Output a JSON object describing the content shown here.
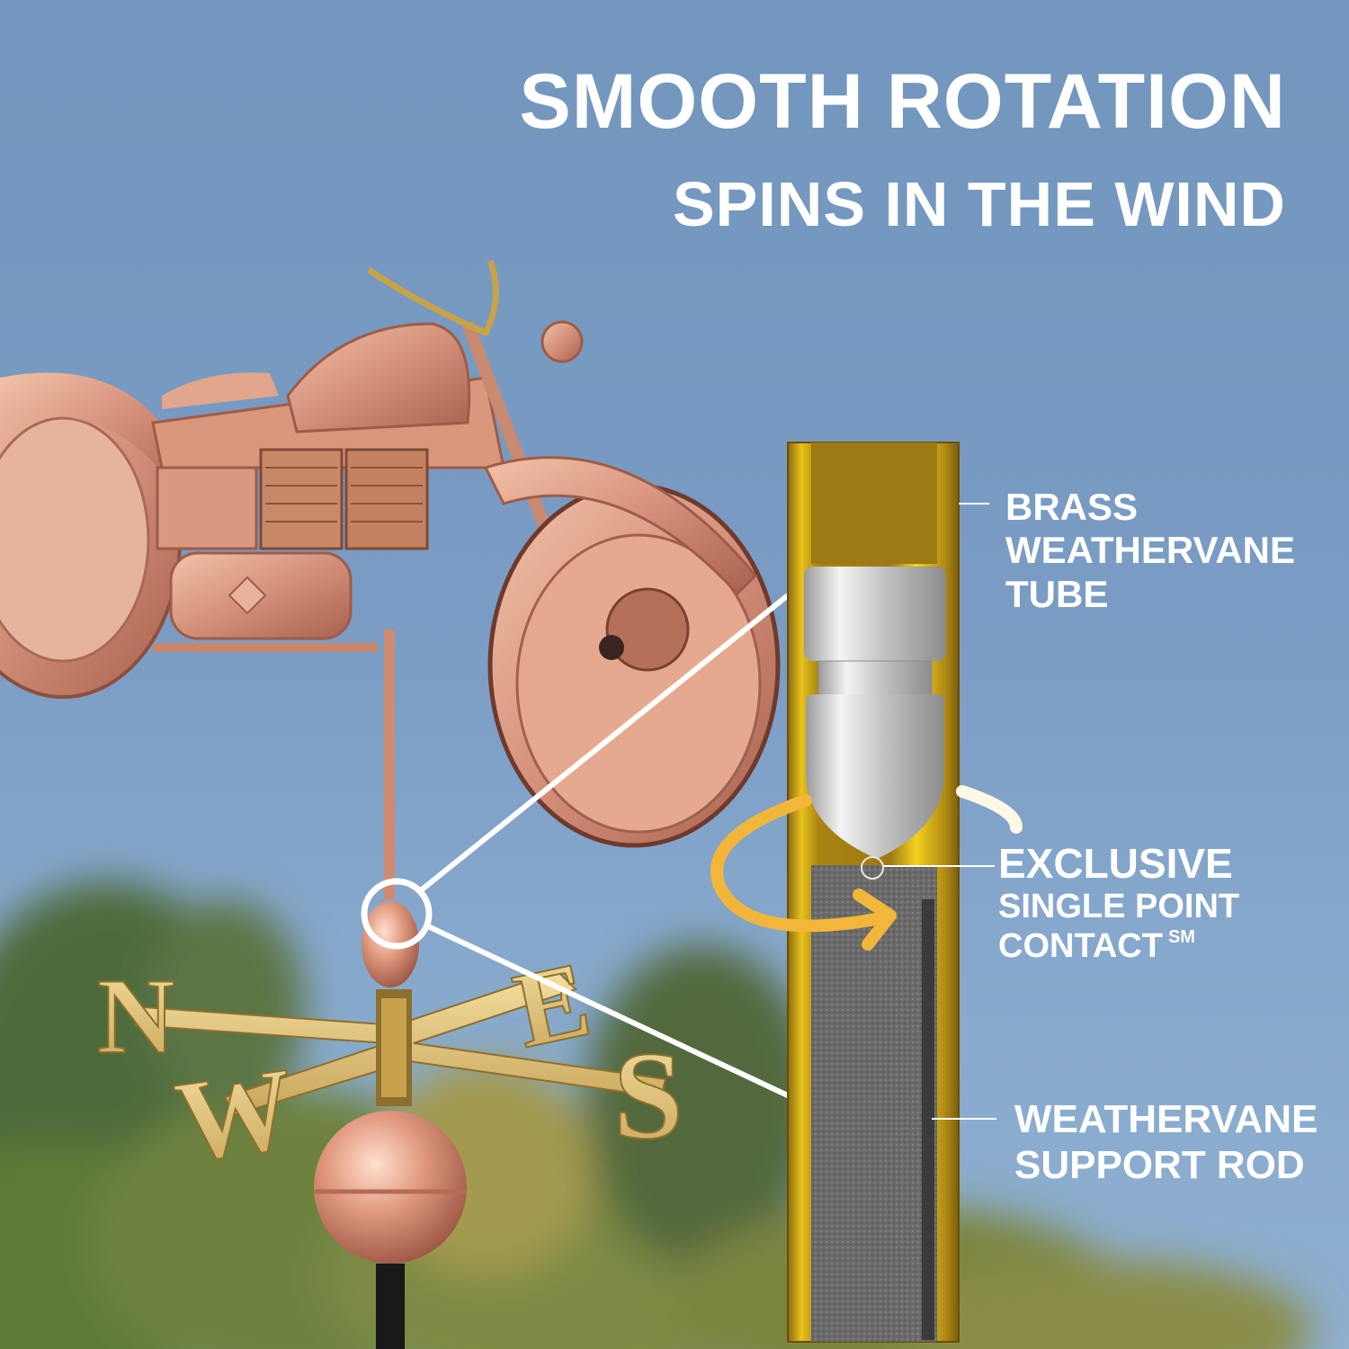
{
  "headline": {
    "line1": "SMOOTH ROTATION",
    "line2": "SPINS IN THE WIND"
  },
  "callouts": {
    "brass_tube": {
      "lines": [
        "BRASS",
        "WEATHERVANE",
        "TUBE"
      ]
    },
    "single_point": {
      "line1": "EXCLUSIVE",
      "line2": "SINGLE POINT",
      "line3": "CONTACT",
      "mark": "SM"
    },
    "support_rod": {
      "lines": [
        "WEATHERVANE",
        "SUPPORT ROD"
      ]
    }
  },
  "compass": {
    "letters": [
      "N",
      "E",
      "W",
      "S"
    ]
  },
  "colors": {
    "sky": "#7698c0",
    "copper": "#d99a7e",
    "brass": "#c89a1a",
    "steel": "#c9c9c9",
    "rod": "#6a6a6a",
    "arrow": "#f2b63a",
    "text": "#ffffff"
  }
}
